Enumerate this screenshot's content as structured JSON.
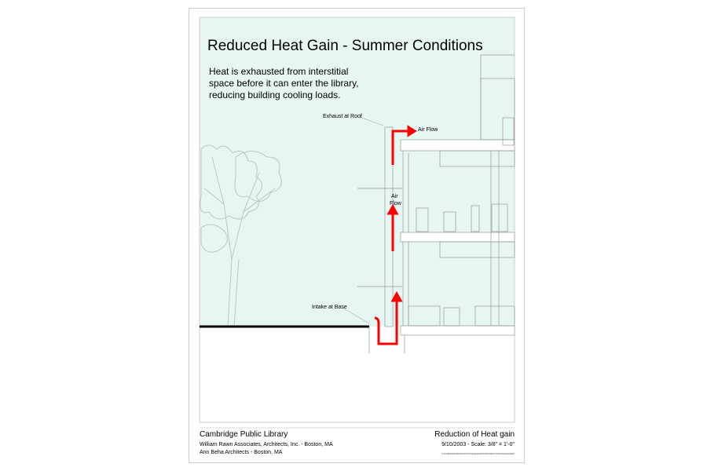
{
  "drawing": {
    "title": "Reduced Heat Gain - Summer Conditions",
    "description": "Heat is exhausted from interstitial\nspace before it can enter the library,\nreducing building cooling loads.",
    "labels": {
      "exhaust": "Exhaust at Roof",
      "air_flow_top": "Air Flow",
      "air_flow_mid_1": "Air",
      "air_flow_mid_2": "Flow",
      "intake": "Intake at Base"
    },
    "colors": {
      "sky": "#e6f6f2",
      "arrow": "#ff0000"
    }
  },
  "footer": {
    "project": "Cambridge Public Library",
    "architect_1": "William Rawn Associates, Architects, Inc. - Boston, MA",
    "architect_2": "Ann Beha Architects - Boston, MA",
    "sheet_title": "Reduction of Heat gain",
    "date_scale": "9/10/2003 - Scale: 3/8\" = 1'-0\"",
    "file_path": "V:\\01\\BOS\\DOWNS\\OPTIONS\\ELEVATIONS\\SECTIONS\\DIAGRAMS"
  }
}
